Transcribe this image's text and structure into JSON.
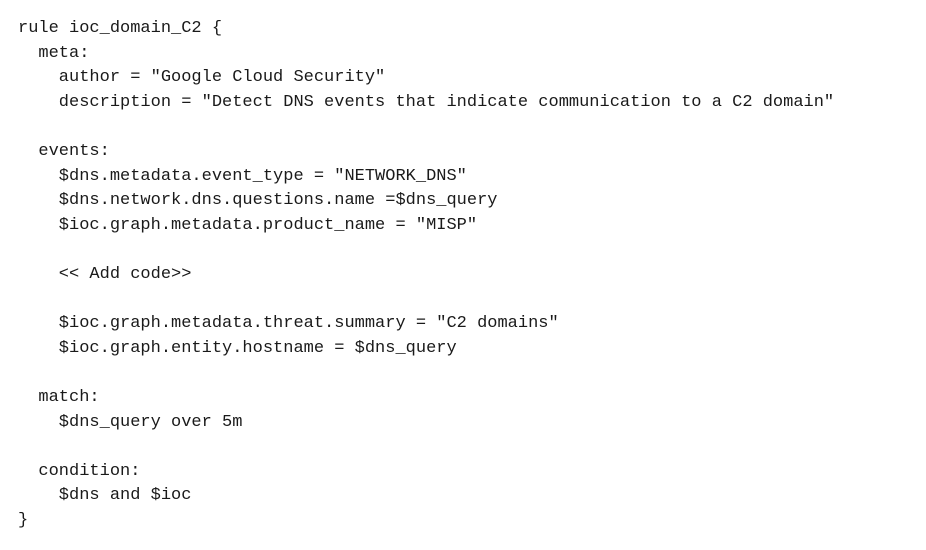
{
  "code": {
    "lines": [
      "rule ioc_domain_C2 {",
      "  meta:",
      "    author = \"Google Cloud Security\"",
      "    description = \"Detect DNS events that indicate communication to a C2 domain\"",
      "",
      "  events:",
      "    $dns.metadata.event_type = \"NETWORK_DNS\"",
      "    $dns.network.dns.questions.name =$dns_query",
      "    $ioc.graph.metadata.product_name = \"MISP\"",
      "",
      "    << Add code>>",
      "",
      "    $ioc.graph.metadata.threat.summary = \"C2 domains\"",
      "    $ioc.graph.entity.hostname = $dns_query",
      "",
      "  match:",
      "    $dns_query over 5m",
      "",
      "  condition:",
      "    $dns and $ioc",
      "}"
    ]
  }
}
